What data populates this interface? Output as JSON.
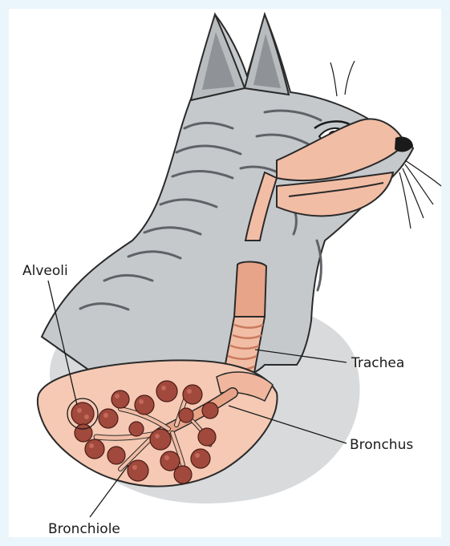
{
  "labels": {
    "alveoli": "Alveoli",
    "trachea": "Trachea",
    "bronchus": "Bronchus",
    "bronchiole": "Bronchiole"
  },
  "colors": {
    "frame": "#eaf6fb",
    "fur": "#c8cbce",
    "fur_dark": "#6d7175",
    "airway": "#f2bda5",
    "airway_dark": "#e0957a",
    "lung": "#f5c9b4",
    "alveoli": "#a0493c",
    "shadow": "#d4d6d8"
  }
}
